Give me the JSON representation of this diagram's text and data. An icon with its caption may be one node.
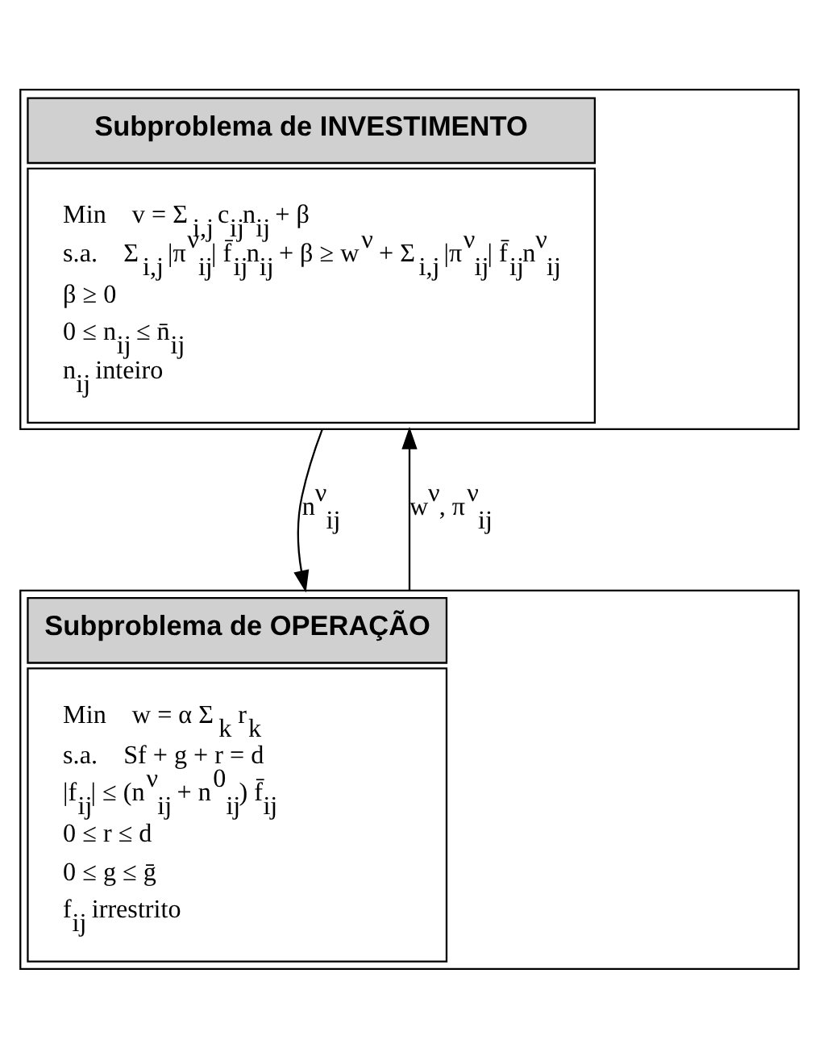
{
  "diagram": {
    "nodes": [
      {
        "text": [
          "Subproblema de INVESTIMENTO",
          "Min    v = Σ$_{i,j}$ c$_{ij}$n$_{ij}$ + β",
          "s.a.    Σ$_{i,j}$ |π$^{ν}$$_{ij}$| f̄$_{ij}$n$_{ij}$ + β ≥ w$^{ν}$ + Σ$_{i,j}$ |π$^{ν}$$_{ij}$| f̄$_{ij}$n$^{ν}$$_{ij}$",
          "β ≥ 0",
          "0 ≤ n$_{ij}$ ≤ n̄$_{ij}$",
          "n$_{ij}$ inteiro"
        ]
      },
      {
        "text": [
          "Subproblema de OPERAÇÃO",
          "Min    w = α Σ$_{k}$ r$_{k}$",
          "s.a.    Sf + g + r = d",
          "|f$_{ij}$| ≤ (n$^{ν}$$_{ij}$ + n$^{0}$$_{ij}$) f̄$_{ij}$",
          "0 ≤ r ≤ d",
          "0 ≤ g ≤ ḡ",
          "f$_{ij}$ irrestrito"
        ]
      }
    ],
    "edges": [
      {
        "from": 0,
        "to": 1,
        "arrow": "to",
        "label": "n$^{ν}$$_{ij}$"
      },
      {
        "from": 1,
        "to": 0,
        "arrow": "to",
        "label": "w$^{ν}$, π$^{ν}$$_{ij}$"
      }
    ]
  }
}
